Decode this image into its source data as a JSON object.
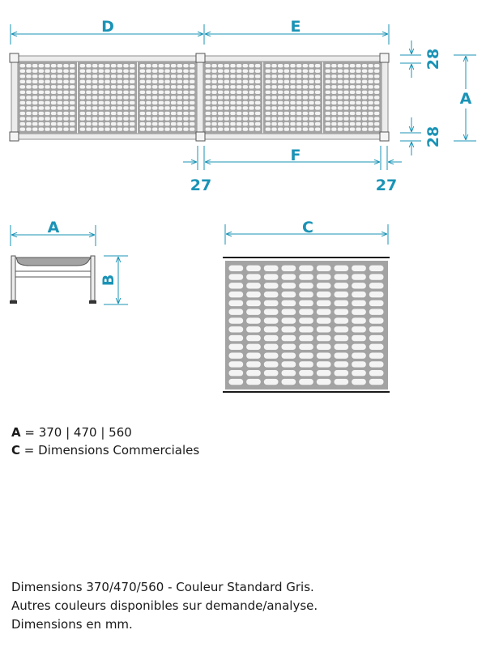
{
  "colors": {
    "accent": "#1a93b6",
    "frame": "#8d8d8d",
    "grid_fill": "#a3a3a3",
    "hole": "#f4f4f4",
    "ink": "#1a1a1a"
  },
  "labels": {
    "D": "D",
    "E": "E",
    "F": "F",
    "A_top": "A",
    "A_side": "A",
    "B": "B",
    "C": "C",
    "dim_28_top": "28",
    "dim_28_bottom": "28",
    "dim_27_left": "27",
    "dim_27_right": "27"
  },
  "legend": [
    {
      "key": "A",
      "text": " = 370 | 470 | 560"
    },
    {
      "key": "C",
      "text": " = Dimensions Commerciales"
    }
  ],
  "notes": [
    "Dimensions 370/470/560 - Couleur Standard Gris.",
    "Autres couleurs disponibles sur demande/analyse.",
    "Dimensions en mm."
  ]
}
